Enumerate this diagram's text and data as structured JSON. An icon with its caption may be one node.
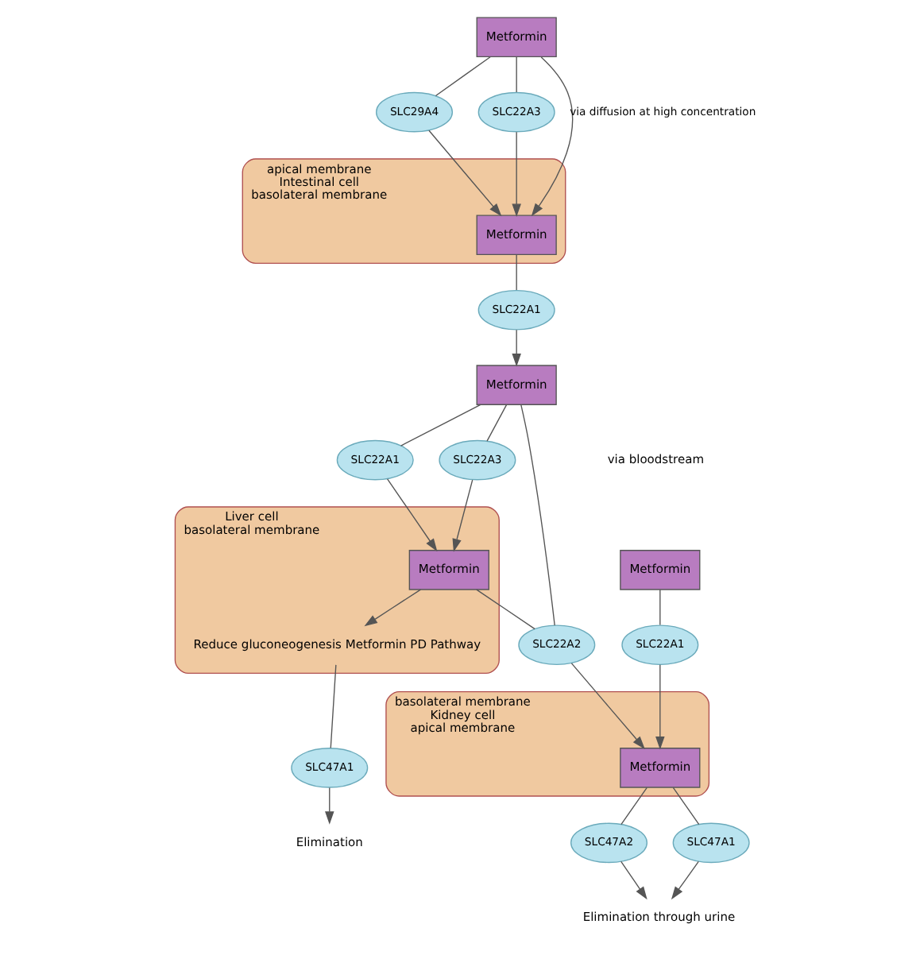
{
  "diagram": {
    "nodes": [
      {
        "text": [
          "Metformin"
        ]
      },
      {
        "text": [
          "SLC29A4"
        ]
      },
      {
        "text": [
          "SLC22A3"
        ]
      },
      {
        "text": [
          "apical membrane",
          "Intestinal cell",
          "basolateral membrane"
        ]
      },
      {
        "text": [
          "Metformin"
        ],
        "in": 3
      },
      {
        "text": [
          "SLC22A1"
        ]
      },
      {
        "text": [
          "Metformin"
        ]
      },
      {
        "text": [
          "SLC22A1"
        ]
      },
      {
        "text": [
          "SLC22A3"
        ]
      },
      {
        "text": [
          "Liver cell",
          "basolateral membrane"
        ]
      },
      {
        "text": [
          "Metformin"
        ],
        "in": 9
      },
      {
        "text": [
          "Reduce gluconeogenesis Metformin PD Pathway"
        ],
        "in": 9
      },
      {
        "text": [
          "SLC47A1"
        ]
      },
      {
        "text": [
          "Elimination"
        ]
      },
      {
        "text": [
          "SLC22A2"
        ]
      },
      {
        "text": [
          "basolateral membrane",
          "Kidney cell",
          "apical membrane"
        ]
      },
      {
        "text": [
          "Metformin"
        ],
        "in": 15
      },
      {
        "text": [
          "Metformin"
        ]
      },
      {
        "text": [
          "SLC22A1"
        ]
      },
      {
        "text": [
          "SLC47A2"
        ]
      },
      {
        "text": [
          "SLC47A1"
        ]
      },
      {
        "text": [
          "Elimination through urine"
        ]
      }
    ],
    "edges": [
      {
        "from": 0,
        "to": 1,
        "arrow": "none"
      },
      {
        "from": 0,
        "to": 2,
        "arrow": "none"
      },
      {
        "from": 1,
        "to": 4,
        "arrow": "to"
      },
      {
        "from": 2,
        "to": 4,
        "arrow": "to"
      },
      {
        "from": 0,
        "to": 4,
        "arrow": "to",
        "label": "via diffusion at high concentration"
      },
      {
        "from": 4,
        "to": 5,
        "arrow": "none"
      },
      {
        "from": 5,
        "to": 6,
        "arrow": "to"
      },
      {
        "from": 6,
        "to": 7,
        "arrow": "none"
      },
      {
        "from": 6,
        "to": 8,
        "arrow": "none"
      },
      {
        "from": 7,
        "to": 10,
        "arrow": "to"
      },
      {
        "from": 8,
        "to": 10,
        "arrow": "to"
      },
      {
        "from": 10,
        "to": 11,
        "arrow": "to"
      },
      {
        "from": 11,
        "to": 12,
        "arrow": "none"
      },
      {
        "from": 12,
        "to": 13,
        "arrow": "to"
      },
      {
        "from": 6,
        "to": 14,
        "arrow": "none"
      },
      {
        "from": 10,
        "to": 14,
        "arrow": "none"
      },
      {
        "from": 14,
        "to": 16,
        "arrow": "to"
      },
      {
        "from": 17,
        "to": 18,
        "arrow": "none"
      },
      {
        "from": 18,
        "to": 16,
        "arrow": "to"
      },
      {
        "from": 16,
        "to": 19,
        "arrow": "none"
      },
      {
        "from": 16,
        "to": 20,
        "arrow": "none"
      },
      {
        "from": 19,
        "to": 21,
        "arrow": "to"
      },
      {
        "from": 20,
        "to": 21,
        "arrow": "to"
      }
    ],
    "labels": [
      "via bloodstream"
    ]
  }
}
